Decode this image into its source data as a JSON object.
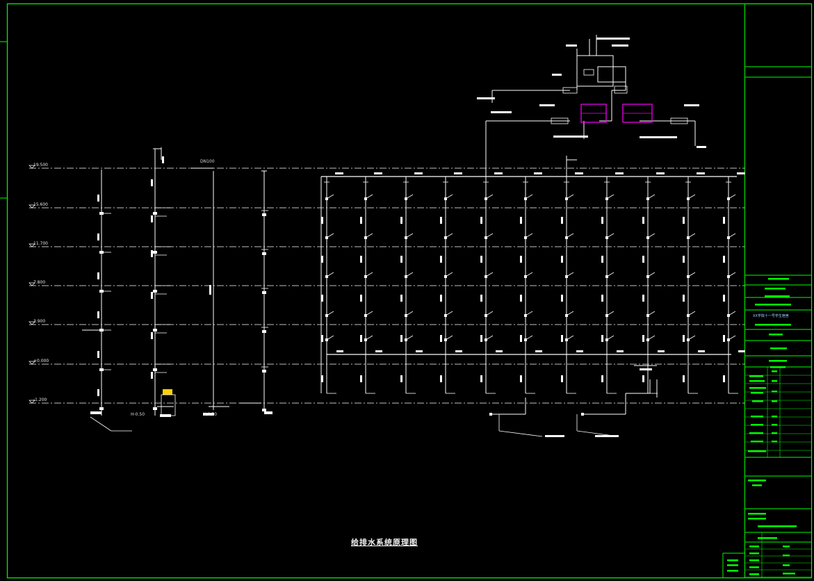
{
  "drawing": {
    "title": "给排水系统原理图",
    "levels": [
      "19.500",
      "15.600",
      "11.700",
      "7.800",
      "3.900",
      "±0.000",
      "-1.200"
    ],
    "labels": {
      "dn100": "DN100",
      "h_ground1": "H-0.50",
      "h_ground2": "H-0.50",
      "zone": "XX学院十一号学生宿舍"
    }
  },
  "colors": {
    "background": "#000000",
    "frame": "#00ff00",
    "lines": "#ffffff",
    "highlight": "#ff00ff"
  }
}
